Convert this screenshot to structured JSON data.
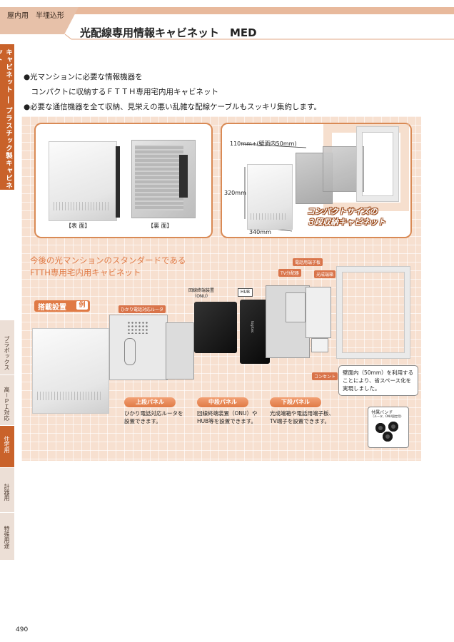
{
  "header": {
    "tag": "屋内用　半埋込形",
    "title": "光配線専用情報キャビネット　MED",
    "accent": "#c9622a"
  },
  "side": {
    "main_label": "キャビネット ― プラスチック製キャビネット",
    "tabs": [
      "プラボックス",
      "高－ＰＩ対応",
      "住宅用",
      "計器用",
      "特殊用途"
    ]
  },
  "bullets": [
    "●光マンションに必要な情報機器を",
    "　コンパクトに収納するＦＴＴＨ専用宅内用キャビネット",
    "●必要な通信機器を全て収納、見栄えの悪い乱雑な配線ケーブルもスッキリ集約します。"
  ],
  "photos": {
    "front_label": "【表 面】",
    "back_label": "【裏 面】"
  },
  "dimensions": {
    "depth_label": "110mm+(壁面内50mm)",
    "height_label": "320mm",
    "width_label": "340mm",
    "badge_line1": "コンパクトサイズの",
    "badge_line2": "３段収納キャビネット"
  },
  "standard": {
    "line1": "今後の光マンションのスタンダードである",
    "line2": "FTTH専用宅内用キャビネット",
    "example_label": "搭載設置",
    "example_tag": "例"
  },
  "parts": {
    "router": "ひかり電話対応ルータ",
    "onu_line1": "回線終端装置",
    "onu_line2": "（ONU）",
    "hub": "HUB",
    "tv": "TV分配器",
    "phone_terminal": "電話用端子板",
    "optical": "光成端箱",
    "outlet": "コンセント",
    "device_brand": "logitec"
  },
  "panels": [
    {
      "label": "上段パネル",
      "desc1": "ひかり電話対応ルータを",
      "desc2": "設置できます。"
    },
    {
      "label": "中段パネル",
      "desc1": "回線終端装置（ONU）や",
      "desc2": "HUB等を設置できます。"
    },
    {
      "label": "下段パネル",
      "desc1": "光成端箱や電話用端子板、",
      "desc2": "TV端子を設置できます。"
    }
  ],
  "callout": {
    "line1": "壁面内（50mm）を利用する",
    "line2": "ことにより、省スペース化を",
    "line3": "実現しました。"
  },
  "accessory": {
    "title": "付属バンド",
    "note": "（ルータ、ONU固定用）"
  },
  "page_number": "490"
}
